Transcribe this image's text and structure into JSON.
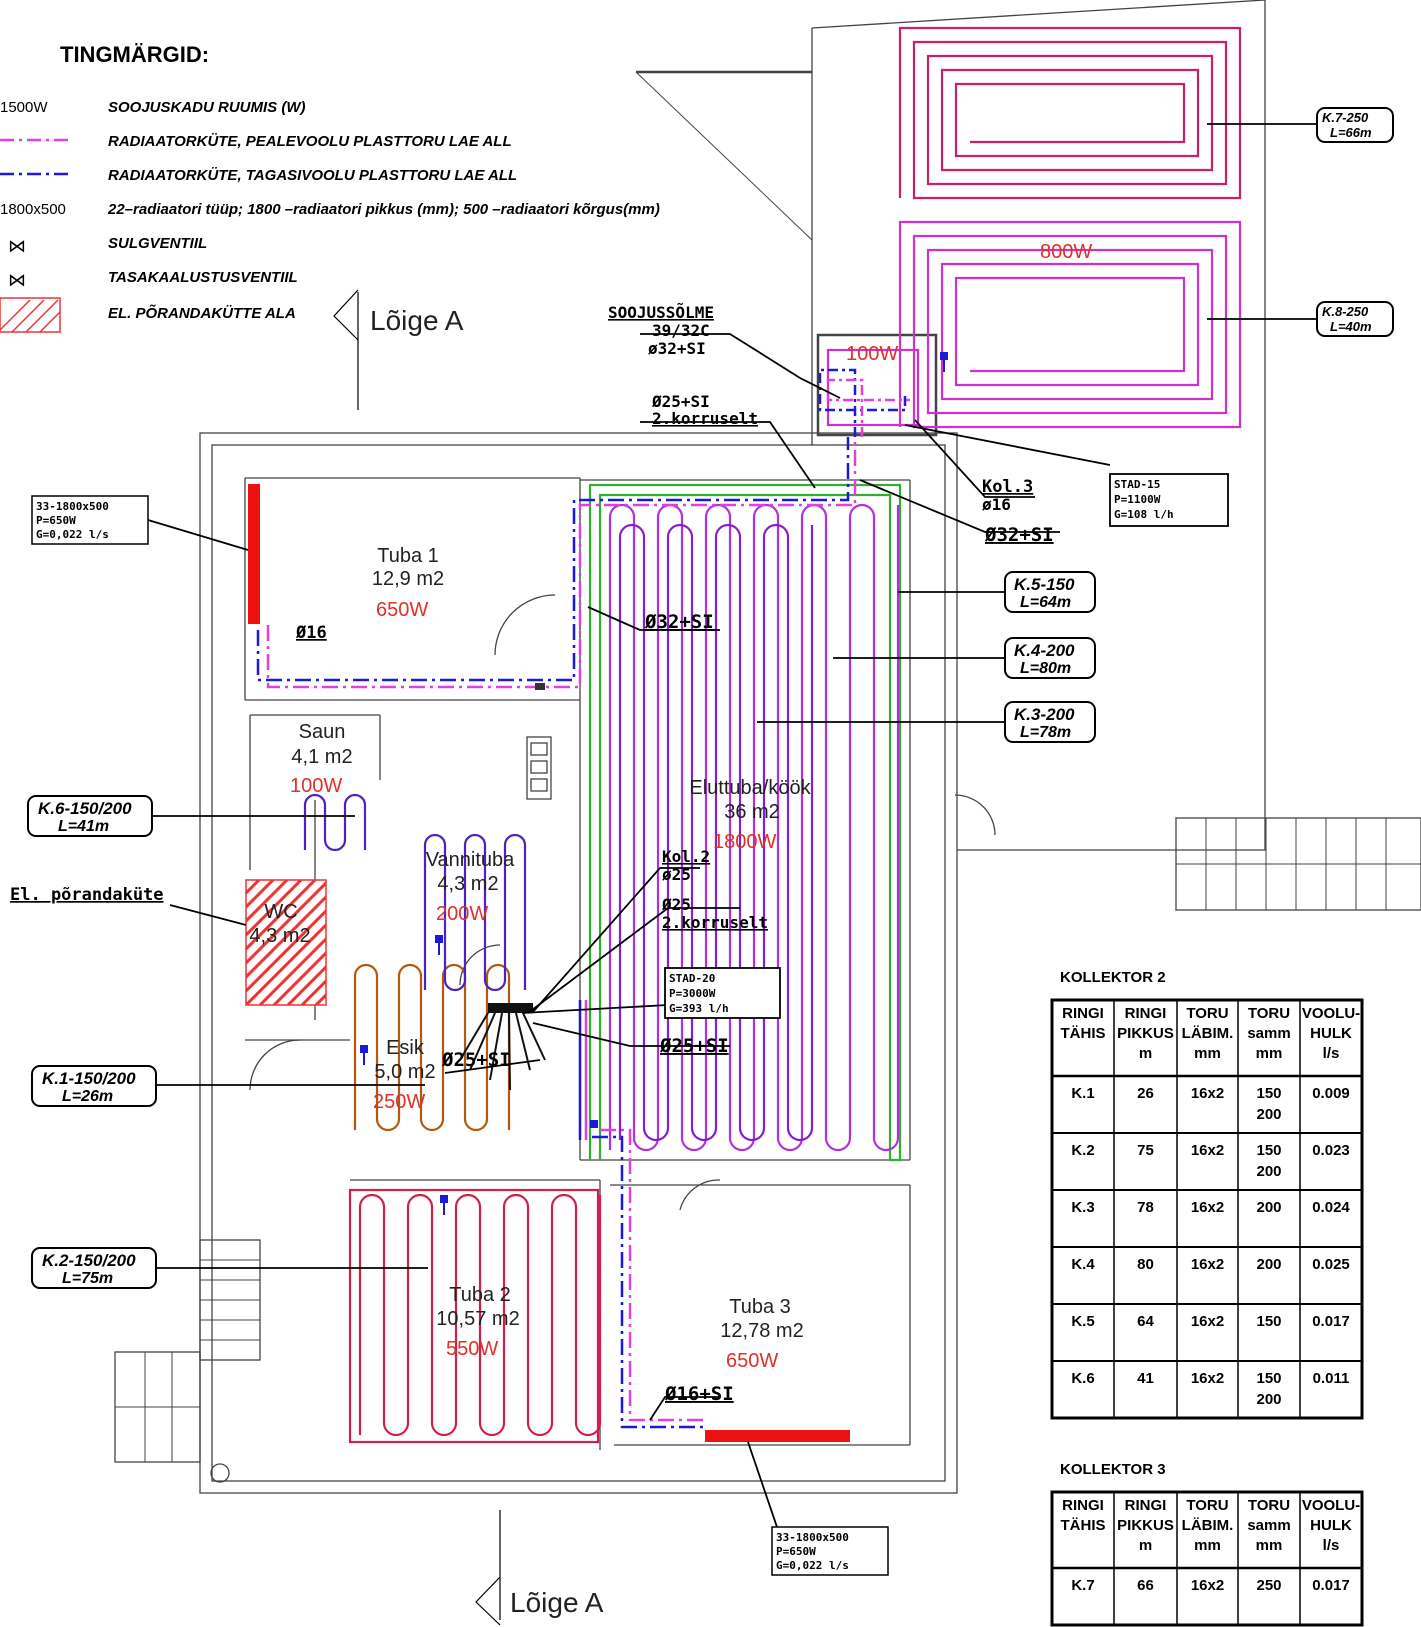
{
  "legend": {
    "title": "TINGMÄRGID:",
    "items": [
      {
        "symbol": "1500W",
        "text": "SOOJUSKADU RUUMIS (W)"
      },
      {
        "symbol": "",
        "text": "RADIAATORKÜTE, PEALEVOOLU PLASTTORU LAE ALL"
      },
      {
        "symbol": "",
        "text": "RADIAATORKÜTE, TAGASIVOOLU PLASTTORU LAE ALL"
      },
      {
        "symbol": "1800x500",
        "text": "22–radiaatori tüüp; 1800 –radiaatori pikkus (mm); 500 –radiaatori kõrgus(mm)"
      },
      {
        "symbol": "⋈",
        "text": "SULGVENTIIL"
      },
      {
        "symbol": "⋈",
        "text": "TASAKAALUSTUSVENTIIL"
      },
      {
        "symbol": "",
        "text": "EL. PÕRANDAKÜTTE ALA"
      }
    ]
  },
  "section_label": "Lõige A",
  "rooms": [
    {
      "name": "Tuba 1",
      "area": "12,9 m2",
      "power": "650W"
    },
    {
      "name": "Saun",
      "area": "4,1 m2",
      "power": "100W"
    },
    {
      "name": "Vannituba",
      "area": "4,3 m2",
      "power": "200W"
    },
    {
      "name": "WC",
      "area": "4,3 m2",
      "power": ""
    },
    {
      "name": "Esik",
      "area": "5,0 m2",
      "power": "250W"
    },
    {
      "name": "Eluttuba/köök",
      "area": "36 m2",
      "power": "1800W"
    },
    {
      "name": "Tuba 2",
      "area": "10,57 m2",
      "power": "550W"
    },
    {
      "name": "Tuba 3",
      "area": "12,78 m2",
      "power": "650W"
    },
    {
      "name": "",
      "area": "",
      "power": "800W"
    },
    {
      "name": "",
      "area": "",
      "power": "100W"
    }
  ],
  "callouts": {
    "rad1": [
      "33-1800x500",
      "P=650W",
      "G=0,022 l/s"
    ],
    "rad2": [
      "33-1800x500",
      "P=650W",
      "G=0,022 l/s"
    ],
    "k7": [
      "K.7-250",
      "L=66m"
    ],
    "k8": [
      "K.8-250",
      "L=40m"
    ],
    "k5": [
      "K.5-150",
      "L=64m"
    ],
    "k4": [
      "K.4-200",
      "L=80m"
    ],
    "k3": [
      "K.3-200",
      "L=78m"
    ],
    "k6": [
      "K.6-150/200",
      "L=41m"
    ],
    "k1": [
      "K.1-150/200",
      "L=26m"
    ],
    "k2": [
      "K.2-150/200",
      "L=75m"
    ],
    "stad15": [
      "STAD-15",
      "P=1100W",
      "G=108 l/h"
    ],
    "stad20": [
      "STAD-20",
      "P=3000W",
      "G=393 l/h"
    ],
    "soojussolme": [
      "SOOJUSSÕLME",
      "39/32C",
      "ø32+SI"
    ],
    "o25_2k": [
      "Ø25+SI",
      "2.korruselt"
    ],
    "kol3": [
      "Kol.3",
      "ø16"
    ],
    "o32si_a": "Ø32+SI",
    "o32si_b": "Ø32+SI",
    "o16": "Ø16",
    "kol2": [
      "Kol.2",
      "ø25"
    ],
    "o25_b": [
      "Ø25",
      "2.korruselt"
    ],
    "o25si_c": "Ø25+SI",
    "o25si_d": "Ø25+SI",
    "o16si": "Ø16+SI",
    "el_porand": "El. põrandaküte"
  },
  "tables": [
    {
      "title": "KOLLEKTOR 2",
      "headers": [
        [
          "RINGI",
          "TÄHIS"
        ],
        [
          "RINGI",
          "PIKKUS",
          "m"
        ],
        [
          "TORU",
          "LÄBIM.",
          "mm"
        ],
        [
          "TORU",
          "samm",
          "mm"
        ],
        [
          "VOOLU-",
          "HULK",
          "l/s"
        ]
      ],
      "rows": [
        [
          "K.1",
          "26",
          "16x2",
          "150\n200",
          "0.009"
        ],
        [
          "K.2",
          "75",
          "16x2",
          "150\n200",
          "0.023"
        ],
        [
          "K.3",
          "78",
          "16x2",
          "200",
          "0.024"
        ],
        [
          "K.4",
          "80",
          "16x2",
          "200",
          "0.025"
        ],
        [
          "K.5",
          "64",
          "16x2",
          "150",
          "0.017"
        ],
        [
          "K.6",
          "41",
          "16x2",
          "150\n200",
          "0.011"
        ]
      ]
    },
    {
      "title": "KOLLEKTOR 3",
      "headers": [
        [
          "RINGI",
          "TÄHIS"
        ],
        [
          "RINGI",
          "PIKKUS",
          "m"
        ],
        [
          "TORU",
          "LÄBIM.",
          "mm"
        ],
        [
          "TORU",
          "samm",
          "mm"
        ],
        [
          "VOOLU-",
          "HULK",
          "l/s"
        ]
      ],
      "rows": [
        [
          "K.7",
          "66",
          "16x2",
          "250",
          "0.017"
        ]
      ]
    }
  ],
  "colors": {
    "supply": "#e040e0",
    "return": "#1a1ad8",
    "radiator": "#ee1111",
    "k1": "#b05a10",
    "k2": "#d0204a",
    "k3": "#8020d0",
    "k4": "#b030e0",
    "k5": "#30b030",
    "k6": "#5020c0",
    "k7": "#c8206a",
    "k8": "#d030d0"
  }
}
